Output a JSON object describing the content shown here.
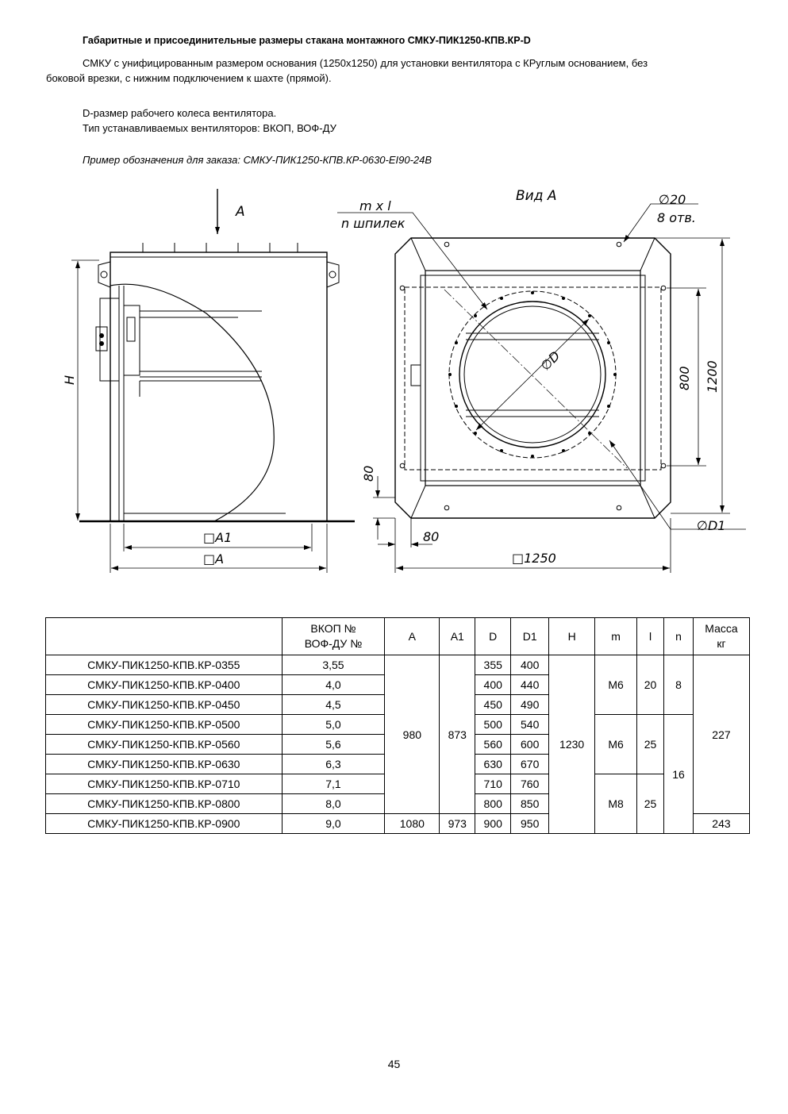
{
  "doc": {
    "title": "Габаритные и присоединительные размеры стакана монтажного СМКУ-ПИК1250-КПВ.КР-D",
    "description_line1": "СМКУ с унифицированным размером основания (1250х1250)  для установки вентилятора с КРуглым основанием, без",
    "description_line2": "боковой врезки, с нижним подключением к шахте (прямой).",
    "d_note": "D-размер рабочего колеса вентилятора.",
    "fan_types": "Тип устанавливаемых вентиляторов: ВКОП, ВОФ-ДУ",
    "order_example": "Пример обозначения для заказа: СМКУ-ПИК1250-КПВ.КР-0630-EI90-24В",
    "page_number": "45"
  },
  "drawing": {
    "arrow_label": "A",
    "dim_h": "H",
    "dim_a1": "□A1",
    "dim_a": "□A",
    "view_title": "Вид А",
    "studs_line1": "m x l",
    "studs_line2": "n шпилек",
    "hole_dia": "∅20",
    "hole_count": "8 отв.",
    "dim_d": "∅D",
    "dim_d1": "∅D1",
    "dim_800": "800",
    "dim_1200": "1200",
    "dim_80_vertical": "80",
    "dim_80_horizontal": "80",
    "dim_1250": "□1250"
  },
  "table": {
    "headers": [
      "",
      "ВКОП №\nВОФ-ДУ №",
      "A",
      "A1",
      "D",
      "D1",
      "H",
      "m",
      "l",
      "n",
      "Масса\nкг"
    ],
    "rows": [
      [
        "СМКУ-ПИК1250-КПВ.КР-0355",
        "3,55",
        "355",
        "400"
      ],
      [
        "СМКУ-ПИК1250-КПВ.КР-0400",
        "4,0",
        "400",
        "440"
      ],
      [
        "СМКУ-ПИК1250-КПВ.КР-0450",
        "4,5",
        "450",
        "490"
      ],
      [
        "СМКУ-ПИК1250-КПВ.КР-0500",
        "5,0",
        "500",
        "540"
      ],
      [
        "СМКУ-ПИК1250-КПВ.КР-0560",
        "5,6",
        "560",
        "600"
      ],
      [
        "СМКУ-ПИК1250-КПВ.КР-0630",
        "6,3",
        "630",
        "670"
      ],
      [
        "СМКУ-ПИК1250-КПВ.КР-0710",
        "7,1",
        "710",
        "760"
      ],
      [
        "СМКУ-ПИК1250-КПВ.КР-0800",
        "8,0",
        "800",
        "850"
      ],
      [
        "СМКУ-ПИК1250-КПВ.КР-0900",
        "9,0",
        "900",
        "950"
      ]
    ],
    "merged": {
      "a_small": "980",
      "a1_small": "873",
      "a_big": "1080",
      "a1_big": "973",
      "h": "1230",
      "m_group1": "M6",
      "l_group1": "20",
      "n_group1": "8",
      "m_group2": "M6",
      "l_group2": "25",
      "m_group3": "M8",
      "l_group3": "25",
      "n_group2": "16",
      "mass_small": "227",
      "mass_big": "243"
    }
  }
}
